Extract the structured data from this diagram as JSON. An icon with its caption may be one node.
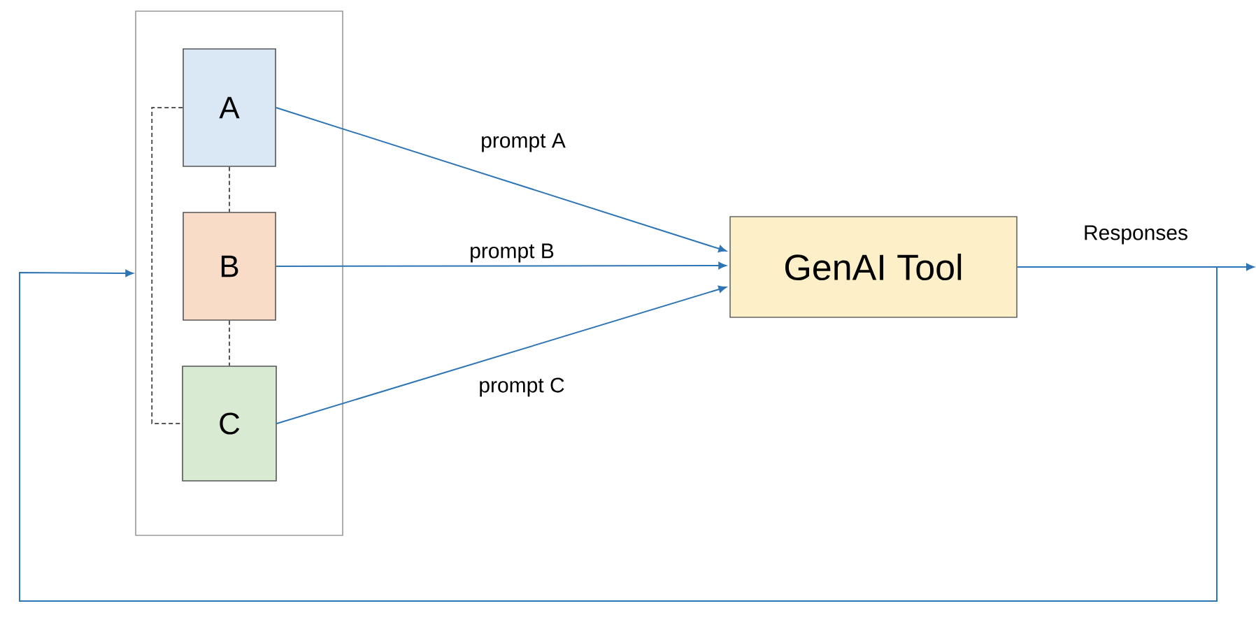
{
  "diagram": {
    "nodes": [
      {
        "text": [],
        "shape": "box"
      },
      {
        "text": [
          "A"
        ],
        "in": 0
      },
      {
        "text": [
          "B"
        ],
        "in": 0
      },
      {
        "text": [
          "C"
        ],
        "in": 0
      },
      {
        "text": [
          "GenAI Tool"
        ]
      }
    ],
    "edges": [
      {
        "from": 1,
        "to": 4,
        "arrow": "to",
        "label": "prompt A"
      },
      {
        "from": 2,
        "to": 4,
        "arrow": "to",
        "label": "prompt B"
      },
      {
        "from": 3,
        "to": 4,
        "arrow": "to",
        "label": "prompt C"
      },
      {
        "from": 4,
        "to": null,
        "arrow": "to",
        "label": "Responses"
      },
      {
        "from": 4,
        "to": 0,
        "arrow": "to"
      },
      {
        "from": 1,
        "to": 2,
        "arrow": "none",
        "style": "dashed",
        "color": "#555555"
      },
      {
        "from": 2,
        "to": 3,
        "arrow": "none",
        "style": "dashed",
        "color": "#555555"
      },
      {
        "from": 1,
        "to": 3,
        "arrow": "none",
        "style": "dashed",
        "color": "#555555"
      }
    ]
  }
}
